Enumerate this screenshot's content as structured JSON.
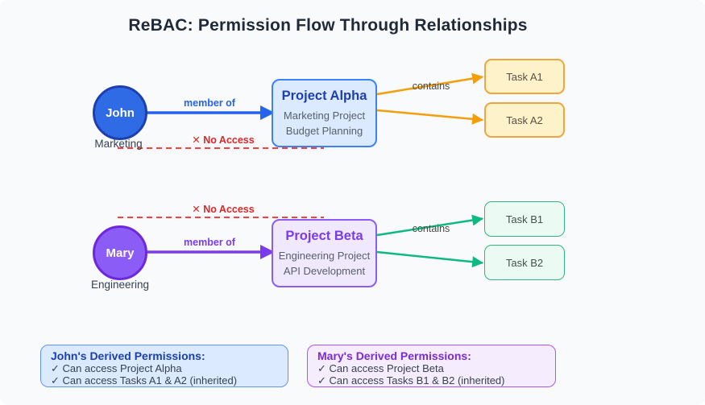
{
  "diagram": {
    "title": "ReBAC: Permission Flow Through Relationships",
    "actors": [
      {
        "name": "John",
        "department": "Marketing",
        "fill": "#2e6be4",
        "border": "#1d3faf"
      },
      {
        "name": "Mary",
        "department": "Engineering",
        "fill": "#8b5cf6",
        "border": "#6d28d9"
      }
    ],
    "projects": [
      {
        "title": "Project Alpha",
        "subtitle_line1": "Marketing Project",
        "subtitle_line2": "Budget Planning",
        "fill": "#dbeafe",
        "border": "#3b82f6",
        "title_color": "#1e40af"
      },
      {
        "title": "Project Beta",
        "subtitle_line1": "Engineering Project",
        "subtitle_line2": "API Development",
        "fill": "#f0e8fd",
        "border": "#8b5cf6",
        "title_color": "#7c3aed"
      }
    ],
    "tasks": [
      {
        "label": "Task A1",
        "fill": "#fdf2ca",
        "border": "#f0a53c"
      },
      {
        "label": "Task A2",
        "fill": "#fdf2ca",
        "border": "#f0a53c"
      },
      {
        "label": "Task B1",
        "fill": "#ebfaf2",
        "border": "#35b380"
      },
      {
        "label": "Task B2",
        "fill": "#ebfaf2",
        "border": "#35b380"
      }
    ],
    "edges": {
      "member_of_label": "member of",
      "contains_label": "contains",
      "no_access_label": "✕ No Access",
      "member_of_john_color": "#2563eb",
      "member_of_mary_color": "#7c3aed",
      "contains_a_color": "#f59e0b",
      "contains_b_color": "#10b981",
      "no_access_color": "#ef4444"
    },
    "permissions": [
      {
        "title": "John's Derived Permissions:",
        "items": [
          "✓ Can access Project Alpha",
          "✓ Can access Tasks A1 & A2 (inherited)"
        ]
      },
      {
        "title": "Mary's Derived Permissions:",
        "items": [
          "✓ Can access Project Beta",
          "✓ Can access Tasks B1 & B2 (inherited)"
        ]
      }
    ],
    "background": "#f8fafc"
  }
}
